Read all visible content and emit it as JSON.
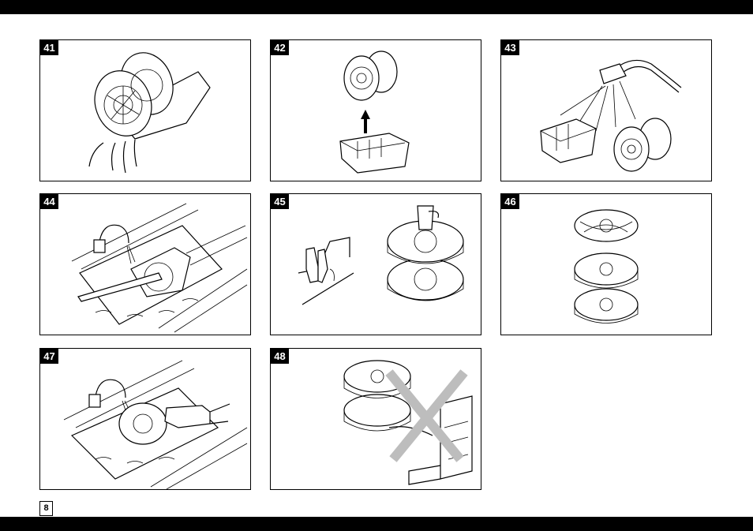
{
  "page": {
    "number": "8"
  },
  "figures": [
    {
      "id": "41",
      "icon": "filter-draining-icon"
    },
    {
      "id": "42",
      "icon": "filter-removal-icon"
    },
    {
      "id": "43",
      "icon": "shower-rinse-icon"
    },
    {
      "id": "44",
      "icon": "sink-cleaning-icon"
    },
    {
      "id": "45",
      "icon": "filter-disassembly-icon"
    },
    {
      "id": "46",
      "icon": "filter-discs-icon"
    },
    {
      "id": "47",
      "icon": "hand-wash-icon"
    },
    {
      "id": "48",
      "icon": "no-dishwasher-icon"
    }
  ],
  "colors": {
    "bars": "#000000",
    "background": "#ffffff",
    "cross": "#bdbdbd"
  }
}
